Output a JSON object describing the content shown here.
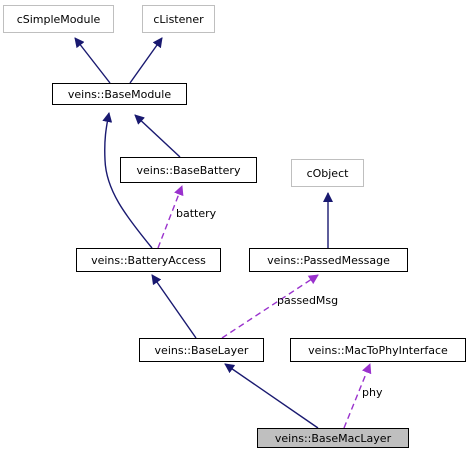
{
  "colors": {
    "inheritance": "#191970",
    "usage": "#9a32cd",
    "external_border": "#bfbfbf",
    "focus_fill": "#bfbfbf"
  },
  "nodes": {
    "csimplemodule": "cSimpleModule",
    "clistener": "cListener",
    "basemodule": "veins::BaseModule",
    "basebattery": "veins::BaseBattery",
    "cobject": "cObject",
    "batteryaccess": "veins::BatteryAccess",
    "passedmessage": "veins::PassedMessage",
    "baselayer": "veins::BaseLayer",
    "mactophy": "veins::MacToPhyInterface",
    "basemaclayer": "veins::BaseMacLayer"
  },
  "edge_labels": {
    "battery": "battery",
    "passedmsg": "passedMsg",
    "phy": "phy"
  }
}
